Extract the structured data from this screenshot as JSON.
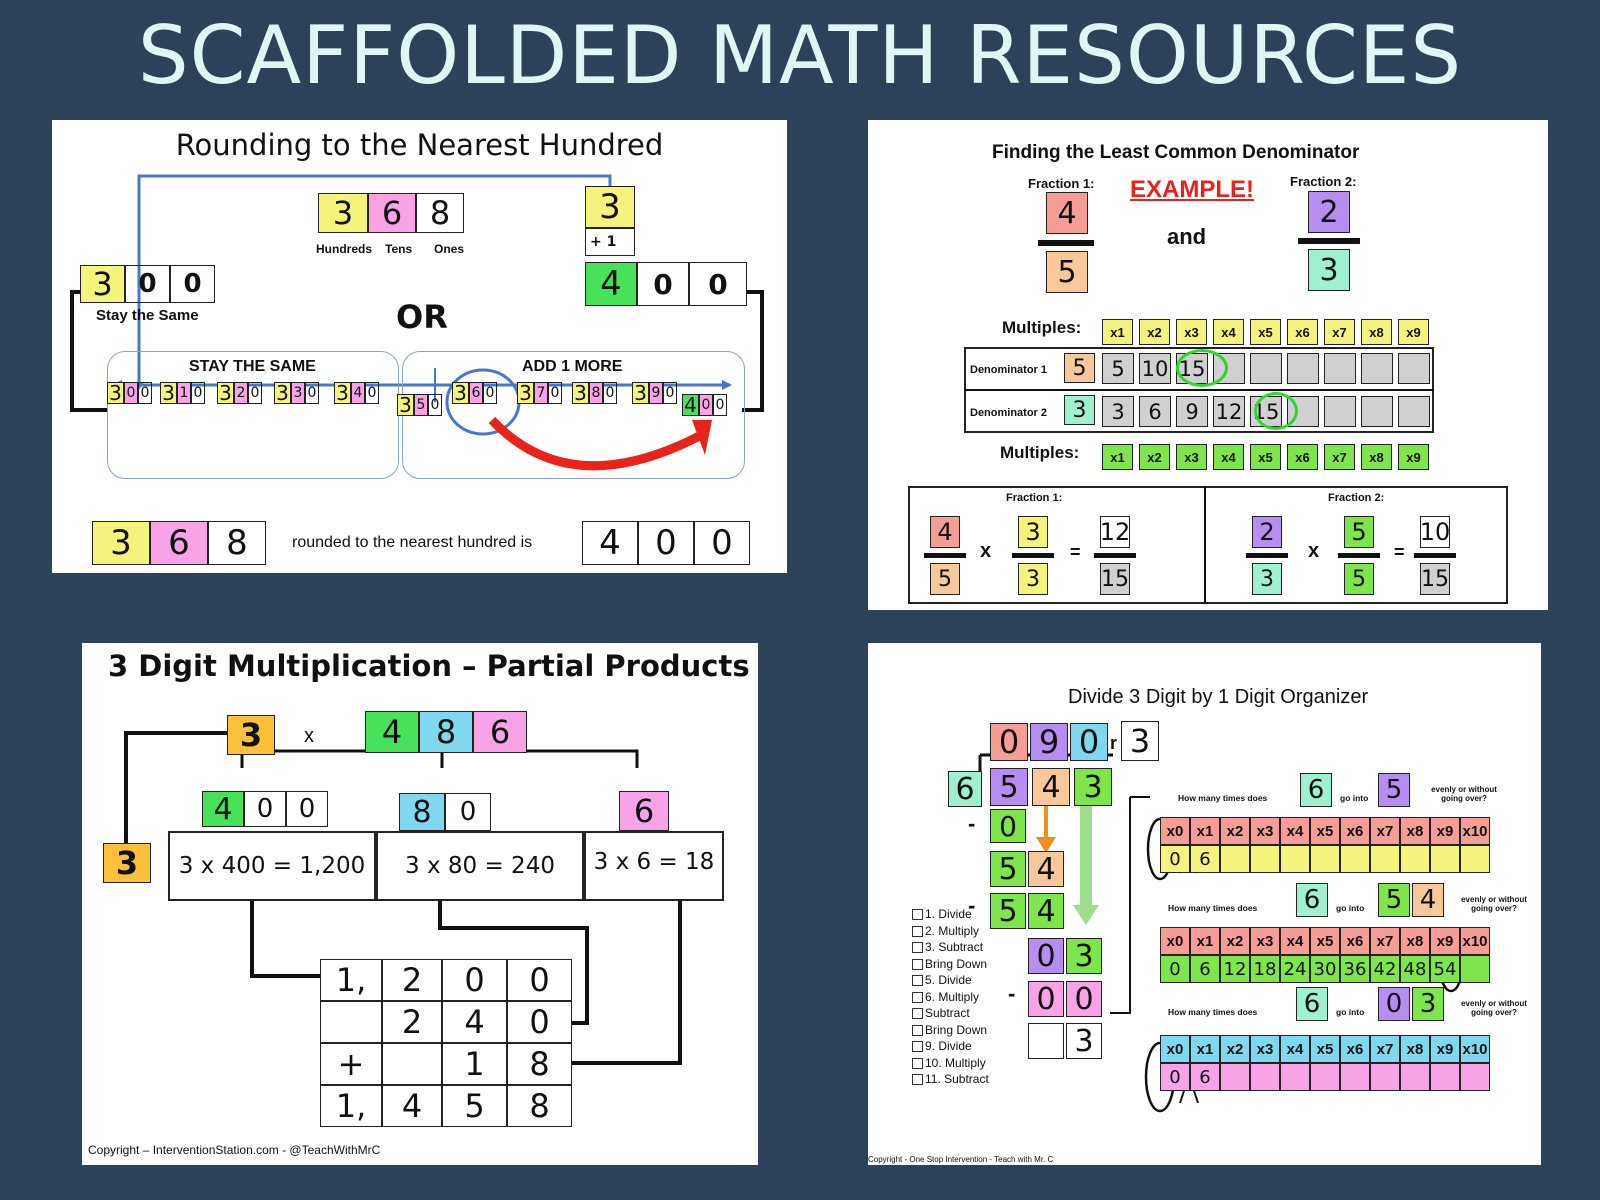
{
  "title": "SCAFFOLDED MATH RESOURCES",
  "p1": {
    "title": "Rounding to the Nearest Hundred",
    "place": [
      "Hundreds",
      "Tens",
      "Ones"
    ],
    "digits": [
      "3",
      "6",
      "8"
    ],
    "left": [
      "3",
      "0",
      "0"
    ],
    "stay": "Stay the Same",
    "or": "OR",
    "top_right": "3",
    "plus": "+ 1",
    "right": [
      "4",
      "0",
      "0"
    ],
    "stay_hdr": "STAY THE SAME",
    "add_hdr": "ADD 1 MORE",
    "line": [
      [
        "3",
        "0",
        "0"
      ],
      [
        "3",
        "1",
        "0"
      ],
      [
        "3",
        "2",
        "0"
      ],
      [
        "3",
        "3",
        "0"
      ],
      [
        "3",
        "4",
        "0"
      ],
      [
        "3",
        "5",
        "0"
      ],
      [
        "3",
        "6",
        "0"
      ],
      [
        "3",
        "7",
        "0"
      ],
      [
        "3",
        "8",
        "0"
      ],
      [
        "3",
        "9",
        "0"
      ],
      [
        "4",
        "0",
        "0"
      ]
    ],
    "bottom_num": [
      "3",
      "6",
      "8"
    ],
    "bottom_text": "rounded to the nearest hundred is",
    "bottom_ans": [
      "4",
      "0",
      "0"
    ]
  },
  "p2": {
    "title": "Finding the Least Common Denominator",
    "f1": "Fraction 1:",
    "f2": "Fraction 2:",
    "example": "EXAMPLE!",
    "and": "and",
    "f1n": "4",
    "f1d": "5",
    "f2n": "2",
    "f2d": "3",
    "mult": "Multiples:",
    "hdrs": [
      "x1",
      "x2",
      "x3",
      "x4",
      "x5",
      "x6",
      "x7",
      "x8",
      "x9"
    ],
    "den1": "Denominator 1",
    "den1v": "5",
    "den1m": [
      "5",
      "10",
      "15",
      "",
      "",
      "",
      "",
      "",
      ""
    ],
    "den2": "Denominator 2",
    "den2v": "3",
    "den2m": [
      "3",
      "6",
      "9",
      "12",
      "15",
      "",
      "",
      "",
      ""
    ],
    "b1": "Fraction 1:",
    "b2": "Fraction 2:",
    "x": "x",
    "eq": "=",
    "eq1": [
      "4",
      "5",
      "3",
      "3",
      "12",
      "15"
    ],
    "eq2": [
      "2",
      "3",
      "5",
      "5",
      "10",
      "15"
    ]
  },
  "p3": {
    "title": "3 Digit Multiplication – Partial Products",
    "a": "3",
    "x": "x",
    "b": [
      "4",
      "8",
      "6"
    ],
    "s1": [
      "4",
      "0",
      "0"
    ],
    "s2": [
      "8",
      "0"
    ],
    "s3": "6",
    "left3": "3",
    "pp": [
      "3 x 400 = 1,200",
      "3 x 80 = 240",
      "3 x 6 = 18"
    ],
    "grid": [
      [
        "1,",
        "2",
        "0",
        "0"
      ],
      [
        "",
        "2",
        "4",
        "0"
      ],
      [
        "+",
        "",
        "1",
        "8"
      ],
      [
        "1,",
        "4",
        "5",
        "8"
      ]
    ],
    "copy": "Copyright – InterventionStation.com - @TeachWithMrC"
  },
  "p4": {
    "title": "Divide 3 Digit by 1 Digit Organizer",
    "q": [
      "0",
      "9",
      "0"
    ],
    "r": "r",
    "rem": "3",
    "divisor": "6",
    "dividend": [
      "5",
      "4",
      "3"
    ],
    "w1": [
      "0"
    ],
    "w2": [
      "5",
      "4"
    ],
    "w3": [
      "5",
      "4"
    ],
    "w4": [
      "0",
      "3"
    ],
    "w5": [
      "0",
      "0"
    ],
    "w6": "3",
    "minus": "-",
    "steps": [
      "1. Divide",
      "2. Multiply",
      "3. Subtract",
      "Bring Down",
      "5. Divide",
      "6. Multiply",
      "Subtract",
      "Bring Down",
      "9. Divide",
      "10. Multiply",
      "11. Subtract"
    ],
    "hm": "How many times does",
    "go": "go into",
    "even": "evenly or without going over?",
    "q1": {
      "a": "6",
      "b": [
        "5"
      ]
    },
    "q2": {
      "a": "6",
      "b": [
        "5",
        "4"
      ]
    },
    "q3": {
      "a": "6",
      "b": [
        "0",
        "3"
      ]
    },
    "hdrs": [
      "x0",
      "x1",
      "x2",
      "x3",
      "x4",
      "x5",
      "x6",
      "x7",
      "x8",
      "x9",
      "x10"
    ],
    "r1": [
      "0",
      "6",
      "",
      "",
      "",
      "",
      "",
      "",
      "",
      "",
      ""
    ],
    "r2": [
      "0",
      "6",
      "12",
      "18",
      "24",
      "30",
      "36",
      "42",
      "48",
      "54",
      ""
    ],
    "r3": [
      "0",
      "6",
      "",
      "",
      "",
      "",
      "",
      "",
      "",
      "",
      ""
    ],
    "copy": "Copyright - One Stop Intervention - Teach with Mr. C"
  },
  "colors": {
    "bg": "#2d4259",
    "title": "#dff6f3",
    "red": "#e8231b",
    "blue": "#4b76c8",
    "green": "#2fd62f"
  }
}
